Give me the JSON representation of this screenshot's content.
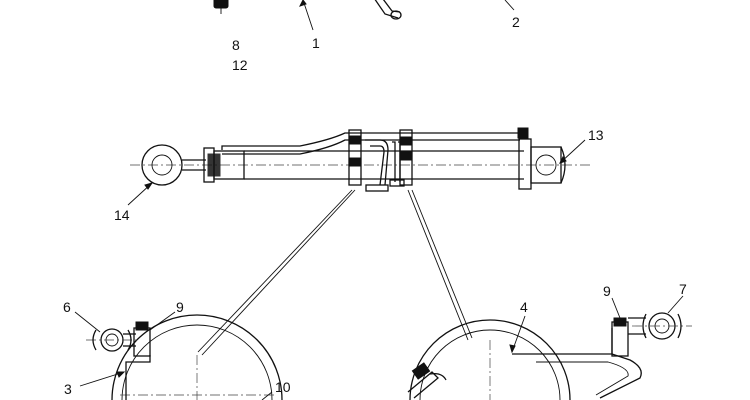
{
  "callouts": {
    "c1": "1",
    "c2": "2",
    "c8": "8",
    "c12": "12",
    "c13": "13",
    "c14": "14",
    "c6": "6",
    "c9_left": "9",
    "c3": "3",
    "c10": "10",
    "c4": "4",
    "c9_right": "9",
    "c7": "7"
  }
}
